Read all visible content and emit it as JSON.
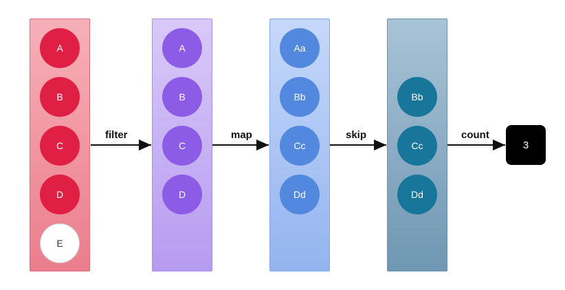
{
  "stages": [
    {
      "id": "source",
      "items": [
        "A",
        "B",
        "C",
        "D",
        "E"
      ],
      "light_items": [
        "E"
      ]
    },
    {
      "id": "filtered",
      "items": [
        "A",
        "B",
        "C",
        "D"
      ],
      "light_items": []
    },
    {
      "id": "mapped",
      "items": [
        "Aa",
        "Bb",
        "Cc",
        "Dd"
      ],
      "light_items": []
    },
    {
      "id": "skipped",
      "items": [
        "Bb",
        "Cc",
        "Dd"
      ],
      "light_items": []
    }
  ],
  "operations": [
    "filter",
    "map",
    "skip",
    "count"
  ],
  "result": "3",
  "colors": {
    "source_node": "#df1f44",
    "filtered_node": "#8c5ce6",
    "mapped_node": "#5288de",
    "skipped_node": "#18769a",
    "result_box": "#000000"
  }
}
